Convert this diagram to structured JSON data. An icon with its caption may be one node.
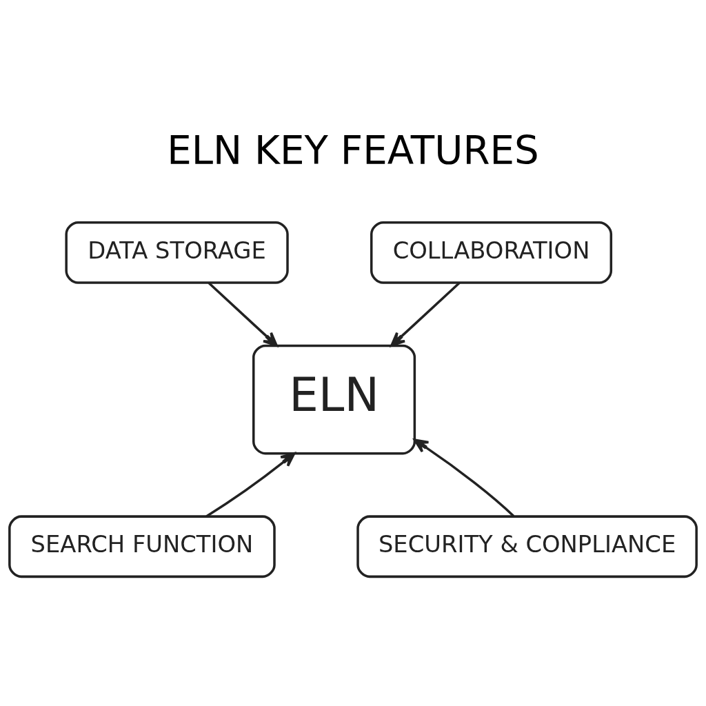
{
  "diagram": {
    "title": "ELN KEY FEATURES",
    "nodes": [
      {
        "text": [
          "DATA STORAGE"
        ]
      },
      {
        "text": [
          "COLLABORATION"
        ]
      },
      {
        "text": [
          "ELN"
        ]
      },
      {
        "text": [
          "SEARCH FUNCTION"
        ]
      },
      {
        "text": [
          "SECURITY & CONPLIANCE"
        ]
      }
    ],
    "edges": [
      {
        "from": 0,
        "to": 2,
        "arrow": "to"
      },
      {
        "from": 1,
        "to": 2,
        "arrow": "to"
      },
      {
        "from": 3,
        "to": 2,
        "arrow": "to"
      },
      {
        "from": 4,
        "to": 2,
        "arrow": "to"
      }
    ]
  }
}
